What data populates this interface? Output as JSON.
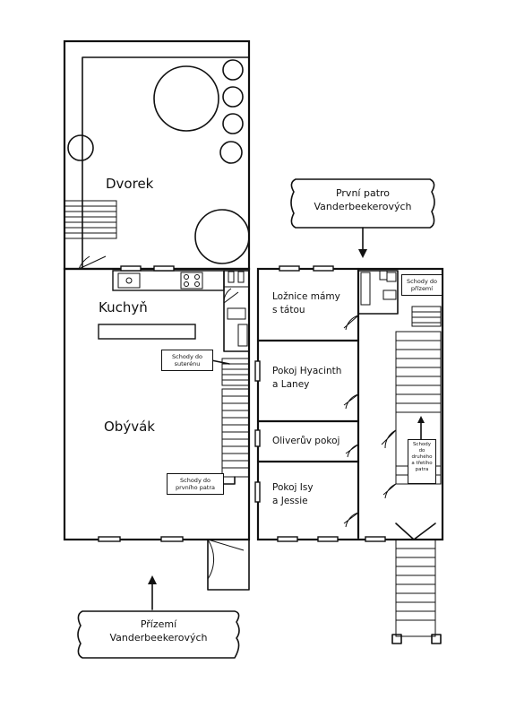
{
  "ground_floor": {
    "yard": "Dvorek",
    "kitchen": "Kuchyň",
    "living_room": "Obývák",
    "basement_stairs_label": "Schody do suterénu",
    "first_floor_stairs_label": "Schody do prvního patra",
    "callout_line1": "Přízemí",
    "callout_line2": "Vanderbeekerových"
  },
  "first_floor": {
    "callout_line1": "První patro",
    "callout_line2": "Vanderbeekerových",
    "parents_room_line1": "Ložnice mámy",
    "parents_room_line2": "s tátou",
    "hyacinth_room_line1": "Pokoj Hyacinth",
    "hyacinth_room_line2": "a Laney",
    "oliver_room": "Oliverův pokoj",
    "isa_room_line1": "Pokoj Isy",
    "isa_room_line2": "a Jessie",
    "stairs_ground_label": "Schody do přízemí",
    "stairs_upper_label": "Schody do druhého a třetího patra"
  }
}
